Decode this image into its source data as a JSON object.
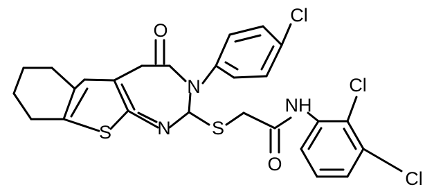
{
  "colors": {
    "background": "#ffffff",
    "ink": "#000000"
  },
  "atoms": {
    "o_ketone": "O",
    "n_ring": "N",
    "cl_top": "Cl",
    "s_thiophene": "S",
    "n_pyrimidine": "N",
    "s_thioether": "S",
    "nh": "NH",
    "o_amide": "O",
    "cl_ortho": "Cl",
    "cl_para": "Cl"
  }
}
